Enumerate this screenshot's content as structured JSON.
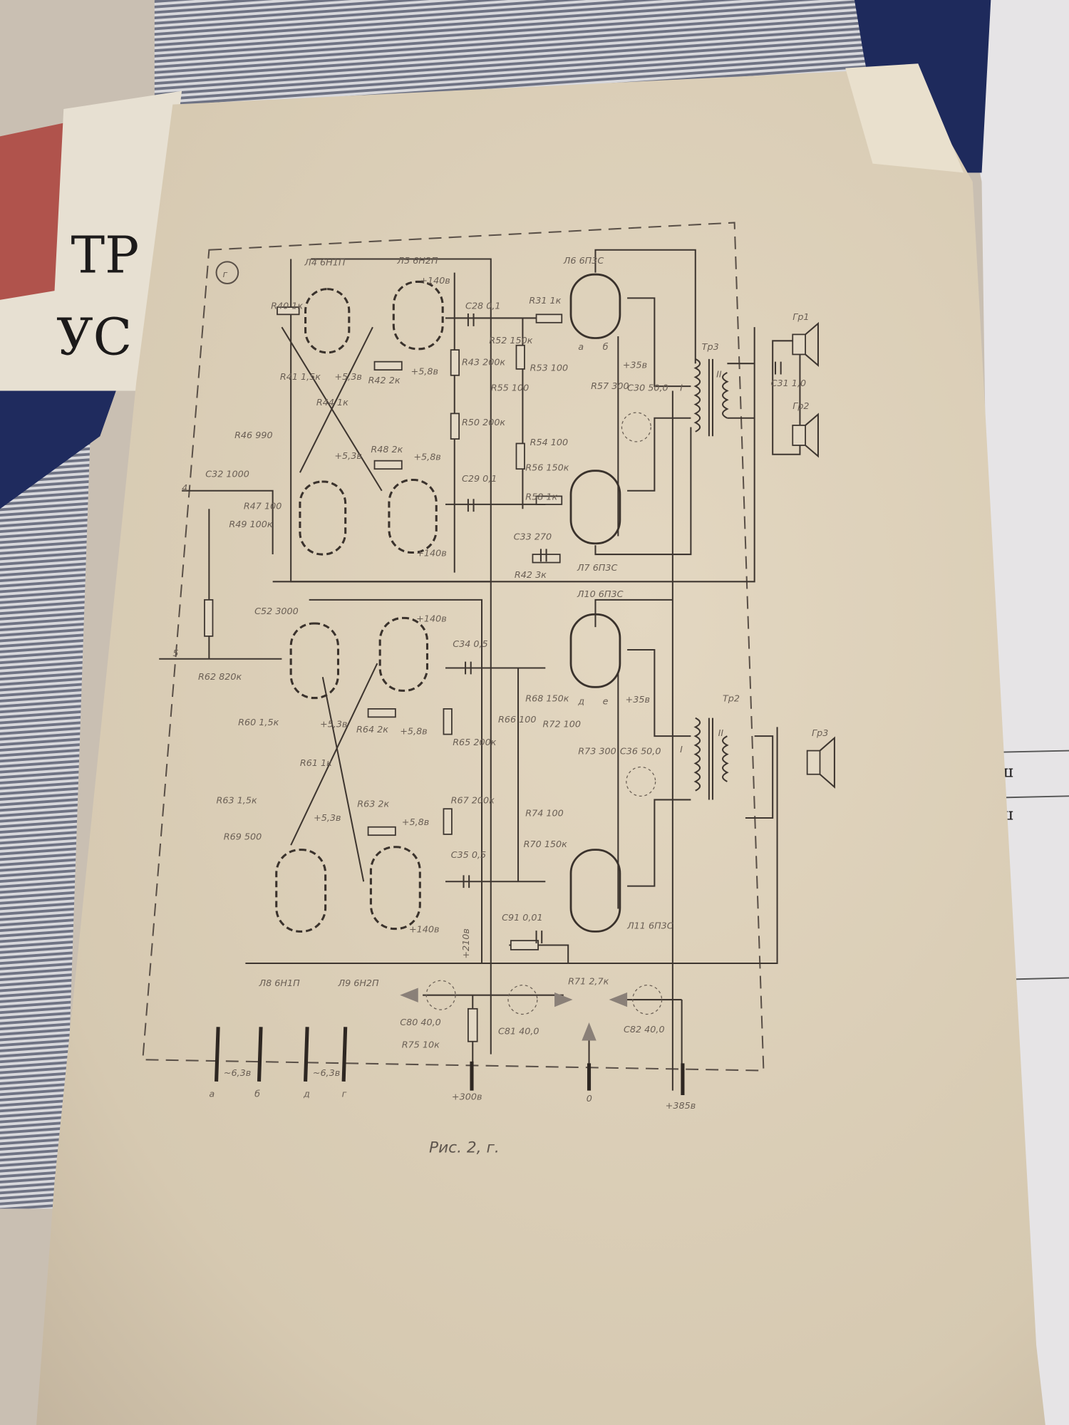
{
  "cover": {
    "title_line1": "ТР",
    "title_line2": "УС"
  },
  "side_paper": {
    "mark1": "ш",
    "mark2": "ш"
  },
  "figure": {
    "circled_letter": "г",
    "caption": "Рис. 2, г.",
    "tubes": {
      "l4": "Л4 6Н1П",
      "l5": "Л5 6Н2П",
      "l6": "Л6 6П3С",
      "l7": "Л7 6П3С",
      "l10": "Л10 6П3С",
      "l11": "Л11 6П3С",
      "l8": "Л8 6Н1П",
      "l9": "Л9 6Н2П"
    },
    "labels": {
      "r40": "R40 1к",
      "c28": "C28 0,1",
      "r31": "R31 1к",
      "r52": "R52 150к",
      "r53": "R53 100",
      "r55": "R55 100",
      "r57": "R57 300",
      "c30": "C30 50,0",
      "v35a": "+35в",
      "tr3": "Тр3",
      "gr1": "Гр1",
      "c31": "C31 1,0",
      "gr2": "Гр2",
      "r43": "R43 200к",
      "r42a": "R42 2к",
      "v58a": "+5,8в",
      "v140a": "+140в",
      "v53a": "+5,3в",
      "r41": "R41 1,5к",
      "r44": "R44 1к",
      "r46": "R46 990",
      "r50": "R50 200к",
      "r48": "R48 2к",
      "v58b": "+5,8в",
      "v53b": "+5,3в",
      "c29": "C29 0,1",
      "r54": "R54 100",
      "r56": "R56 150к",
      "r58": "R58 1к",
      "c32": "C32 1000",
      "r47": "R47 100",
      "r49": "R49 100к",
      "c33": "C33 270",
      "r42b": "R42 3к",
      "v140b": "+140в",
      "c52": "C52 3000",
      "r62": "R62 820к",
      "v140c": "+140в",
      "c34": "C34 0,5",
      "r68": "R68 150к",
      "r72": "R72 100",
      "r73": "R73 300",
      "c36": "C36 50,0",
      "r66": "R66 100",
      "v35b": "+35в",
      "tr2": "Тр2",
      "gr3": "Гр3",
      "r60": "R60 1,5к",
      "r64": "R64 2к",
      "v58c": "+5,8в",
      "v53c": "+5,3в",
      "r61": "R61 1к",
      "r65": "R65 200к",
      "r63": "R63 1,5к",
      "r67": "R67 200к",
      "r69": "R69 500",
      "r63b": "R63 2к",
      "v58d": "+5,8в",
      "v53d": "+5,3в",
      "r74": "R74 100",
      "r70": "R70 150к",
      "c35": "C35 0,5",
      "c91": "C91 0,01",
      "r71": "R71 2,7к",
      "v140d": "+140в",
      "v210": "+210в",
      "c80": "C80 40,0",
      "r75": "R75 10к",
      "c81": "C81 40,0",
      "c82": "C82 40,0",
      "pin_a": "а",
      "pin_b": "б",
      "pin_d": "д",
      "pin_g": "г",
      "ac1": "~6,3в",
      "ac2": "~6,3в",
      "heater_a1": "а",
      "heater_b1": "б",
      "heater_d": "д",
      "heater_e": "е",
      "out_300": "+300в",
      "out_0": "0",
      "out_385": "+385в",
      "in_4": "4",
      "in_5": "5",
      "w1": "I",
      "w2": "II",
      "w3": "I",
      "w4": "II"
    }
  }
}
